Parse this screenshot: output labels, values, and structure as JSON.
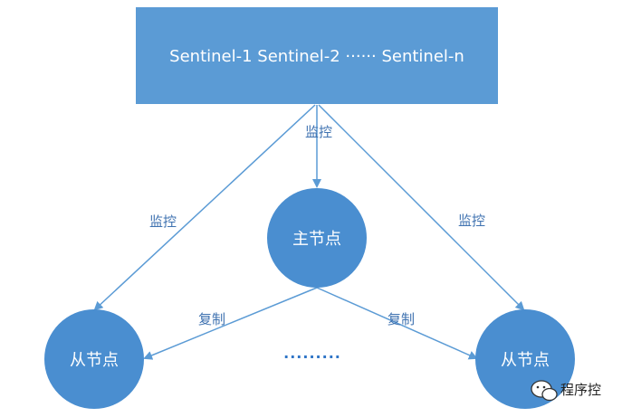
{
  "sentinel_box": {
    "label": "Sentinel-1  Sentinel-2 ······ Sentinel-n"
  },
  "edges": {
    "monitor_center": "监控",
    "monitor_left": "监控",
    "monitor_right": "监控",
    "replicate_left": "复制",
    "replicate_right": "复制"
  },
  "nodes": {
    "master": "主节点",
    "slave_left": "从节点",
    "slave_right": "从节点"
  },
  "ellipsis": "·········",
  "watermark": {
    "text": "程序控",
    "icon": "wechat-icon"
  },
  "colors": {
    "box_fill": "#5b9bd5",
    "node_fill": "#4a8ed0",
    "line": "#5b9bd5",
    "edge_label": "#3f72b0",
    "dots": "#2e74c6"
  }
}
